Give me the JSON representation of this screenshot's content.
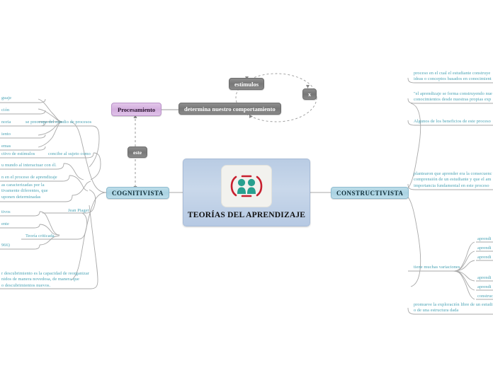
{
  "map": {
    "title": "TEORÍAS DEL APRENDIZAJE",
    "central_icon": "two-people-collaboration-icon",
    "colors": {
      "central_fill": "#bdd0e6",
      "category_fill": "#a9d2e2",
      "purple_fill": "#d3aede",
      "gray_fill": "#7d7d7d",
      "leaf_text": "#4aa3b5",
      "wire": "#a9a9a9",
      "icon_figure": "#28a08f",
      "icon_accent": "#c8202f",
      "background": "#ffffff"
    }
  },
  "categories": {
    "cognitivista": "COGNITIVISTA",
    "constructivista": "CONSTRUCTIVISTA"
  },
  "top_nodes": {
    "procesamiento": "Procesamiento",
    "estimulos": "estimulos",
    "x": "x",
    "determina": "determina nuestro comportamiento",
    "este": "este"
  },
  "left_branch": {
    "items": [
      {
        "id": "lenguaje",
        "text": "guaje"
      },
      {
        "id": "percepcion",
        "text": "ción"
      },
      {
        "id": "memoria",
        "text": "noria"
      },
      {
        "id": "pensamiento",
        "text": "iento"
      },
      {
        "id": "problemas",
        "text": "emas"
      },
      {
        "id": "se-preocupa",
        "text": "se preocupa del estudio de procesos"
      },
      {
        "id": "receptivo",
        "text": "ctivo de estímulos"
      },
      {
        "id": "concibe",
        "text": "concibe al sujeto como"
      },
      {
        "id": "mundo",
        "text": "u mundo al interactuar con él."
      },
      {
        "id": "proceso",
        "text": "n en el proceso de aprendizaje"
      },
      {
        "id": "etapas",
        "text": "as caracterizadas por la\ntivamente diferentes, que\nuponen determinadas"
      },
      {
        "id": "positivos",
        "text": "tivos"
      },
      {
        "id": "ambiente",
        "text": "ente"
      },
      {
        "id": "anio",
        "text": "966)"
      },
      {
        "id": "piaget",
        "text": "Jean Piaget"
      },
      {
        "id": "teoria-criticada",
        "text": "Teoría criticada"
      },
      {
        "id": "descubrimiento",
        "text": "r descubrimiento es la capacidad de reorganizar\nnidos de manera novedosa, de manera que\no descubrimientos nuevos."
      }
    ]
  },
  "right_branch": {
    "items": [
      {
        "id": "proceso-construye",
        "text": "proceso en el cual el estudiante construye\nideas o conceptos basados en conocimient"
      },
      {
        "id": "aprendizaje-cita",
        "text": "\"el aprendizaje se forma construyendo nue\nconocimientos desde nuestras propias exp"
      },
      {
        "id": "beneficios",
        "text": "Algunos de los beneficios de este proceso"
      },
      {
        "id": "plantearon",
        "text": "plantearon que aprender era la consecuenc\ncomprensión de un estudiante y que el am\nimportancia fundamental en este proceso"
      },
      {
        "id": "variaciones",
        "text": "tiene muchas variaciones"
      },
      {
        "id": "promueve",
        "text": "promueve la exploración libre de un estudi\no de una estructura dada"
      }
    ],
    "variaciones_children": [
      {
        "id": "v1",
        "text": "aprendi"
      },
      {
        "id": "v2",
        "text": "aprendi"
      },
      {
        "id": "v3",
        "text": "aprendi"
      },
      {
        "id": "v4",
        "text": "aprendi"
      },
      {
        "id": "v5",
        "text": "aprendi"
      },
      {
        "id": "v6",
        "text": "construc"
      }
    ]
  }
}
